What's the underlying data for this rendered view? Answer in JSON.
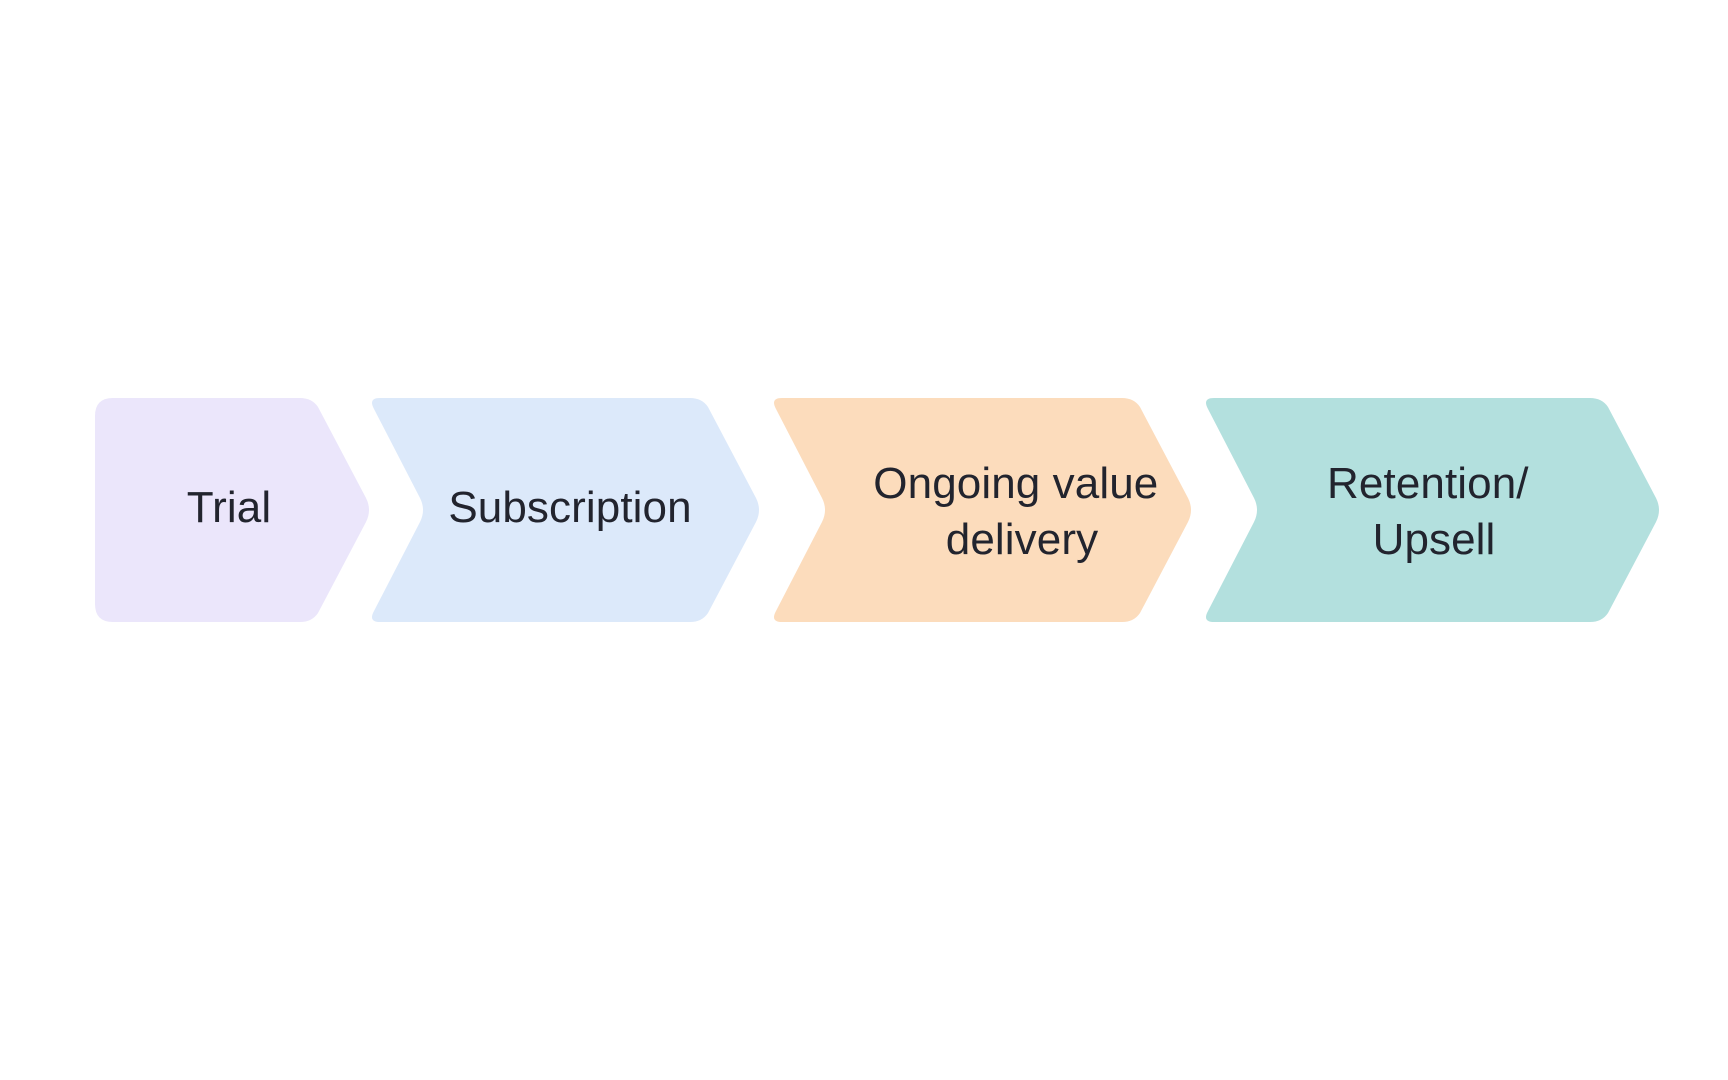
{
  "diagram": {
    "type": "chevron-process-flow",
    "orientation": "horizontal",
    "background_color": "#FFFFFF",
    "text_color": "#22242E",
    "step_count": 4,
    "steps": [
      {
        "index": 1,
        "label": "Trial",
        "lines": [
          "Trial"
        ],
        "fill_color": "#EBE6FB",
        "color_name": "lavender",
        "has_left_notch": false,
        "has_right_arrow": true
      },
      {
        "index": 2,
        "label": "Subscription",
        "lines": [
          "Subscription"
        ],
        "fill_color": "#DCE9FA",
        "color_name": "light-blue",
        "has_left_notch": true,
        "has_right_arrow": true
      },
      {
        "index": 3,
        "label": "Ongoing value delivery",
        "lines": [
          "Ongoing value",
          "delivery"
        ],
        "fill_color": "#FCDCBC",
        "color_name": "peach",
        "has_left_notch": true,
        "has_right_arrow": true
      },
      {
        "index": 4,
        "label": "Retention/Upsell",
        "lines": [
          "Retention/",
          "Upsell"
        ],
        "fill_color": "#B3E0DE",
        "color_name": "teal",
        "has_left_notch": true,
        "has_right_arrow": true
      }
    ]
  }
}
